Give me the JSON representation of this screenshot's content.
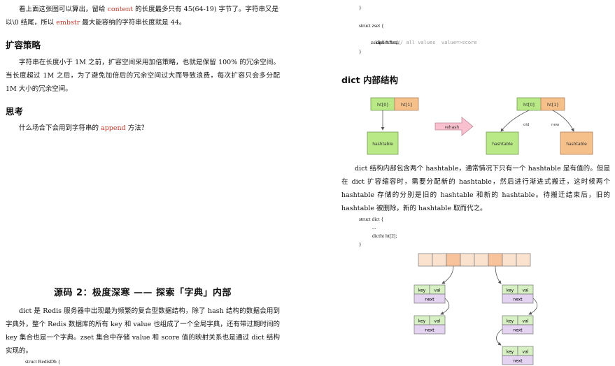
{
  "left": {
    "intro_line1_a": "看上面这张图可以算出，留给",
    "intro_line1_red": "content",
    "intro_line1_b": "的长度最多只有 45(64-19) 字节了。字符串又是",
    "intro_line2_a": "以\\0 结尾，所以",
    "intro_line2_red": "embstr",
    "intro_line2_b": "最大能容纳的字符串长度就是 44。",
    "h_expand": "扩容策略",
    "expand_para": "字符串在长度小于 1M 之前，扩容空间采用加倍策略，也就是保留 100% 的冗余空间。当长度超过 1M 之后，为了避免加倍后的冗余空间过大而导致浪费，每次扩容只会多分配 1M 大小的冗余空间。",
    "h_think": "思考",
    "think_a": "什么场合下会用到字符串的",
    "think_red": "append",
    "think_b": "方法？",
    "section_title": "源码 2：极度深寒 —— 探索「字典」内部",
    "dict_para": "dict 是 Redis 服务器中出现最为频繁的复合型数据结构，除了 hash 结构的数据会用到字典外，整个 Redis 数据库的所有 key 和 value 也组成了一个全局字典，还有带过期时间的 key 集合也是一个字典。zset 集合中存储 value 和 score 值的映射关系也是通过 dict 结构实现的。",
    "code_tail": "struct RedisDb {"
  },
  "right": {
    "code1_l1": "}",
    "code1_l2": "struct zset {",
    "code1_l3": "dict *dict;",
    "code1_comment": "// all values  value=>score",
    "code1_l4": "zskiplist *zsl;",
    "code1_l5": "}",
    "h_dict": "dict 内部结构",
    "dict_para": "dict 结构内部包含两个 hashtable，通常情况下只有一个 hashtable 是有值的。但是在 dict 扩容缩容时，需要分配新的 hashtable，然后进行渐进式搬迁，这时候两个 hashtable 存储的分别是旧的 hashtable 和新的 hashtable。待搬迁结束后，旧的 hashtable 被删除，新的 hashtable 取而代之。",
    "code2_l1": "struct dict {",
    "code2_l2": "...",
    "code2_l3": "dictht ht[2];",
    "code2_l4": "}"
  },
  "diagram1": {
    "ht0": "ht[0]",
    "ht1": "ht[1]",
    "rehash": "rehash",
    "hashtable": "hashtable",
    "old": "old",
    "new": "new",
    "color_green": "#b8e986",
    "color_orange": "#f5c08a",
    "color_pink": "#f9c0cf"
  },
  "diagram2": {
    "key": "key",
    "val": "val",
    "next": "next",
    "color_bucket": "#fbe2cf",
    "color_bucket_hi": "#f8c29a",
    "color_entry_top": "#d6f0c4",
    "color_entry_bottom": "#e4d4f2"
  }
}
